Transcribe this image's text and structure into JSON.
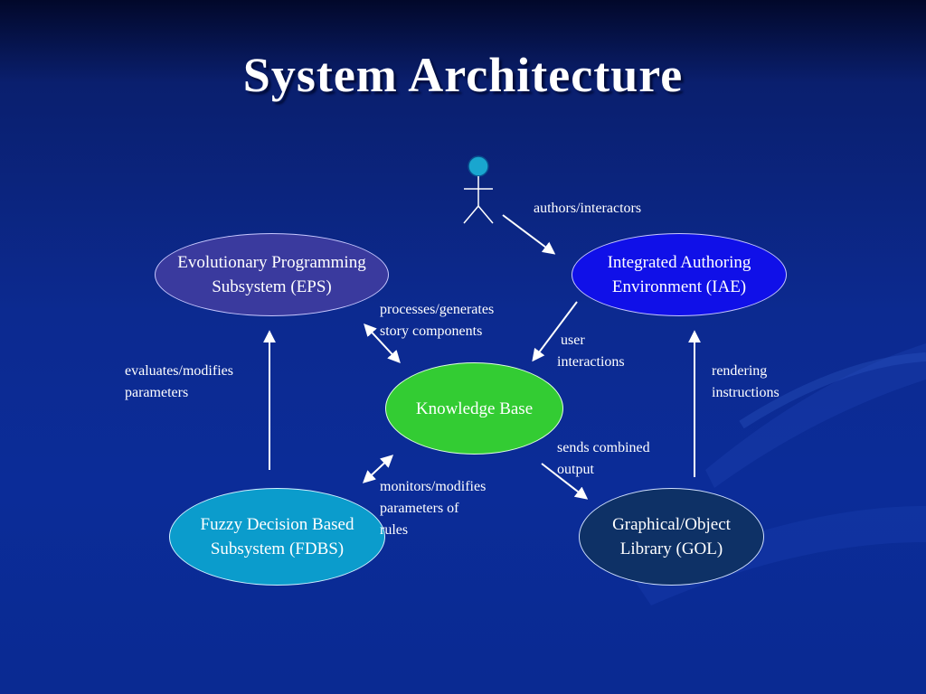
{
  "slide": {
    "title": "System Architecture"
  },
  "nodes": {
    "eps": "Evolutionary Programming\nSubsystem (EPS)",
    "iae": "Integrated Authoring\nEnvironment (IAE)",
    "kb": "Knowledge Base",
    "fdbs": "Fuzzy Decision Based\nSubsystem (FDBS)",
    "gol": "Graphical/Object\nLibrary (GOL)"
  },
  "edges": {
    "actor_to_iae": "authors/interactors",
    "kb_eps": "processes/generates\nstory components",
    "iae_to_kb": " user\ninteractions",
    "fdbs_to_eps": "evaluates/modifies\nparameters",
    "gol_to_iae": "rendering\ninstructions",
    "kb_to_gol": "sends combined\noutput",
    "kb_fdbs": "monitors/modifies\nparameters of\nrules"
  },
  "colors": {
    "eps_fill": "#3a3a9e",
    "iae_fill": "#1010e8",
    "kb_fill": "#33cc33",
    "fdbs_fill": "#0b9ccc",
    "gol_fill": "#0e3166",
    "actor_head": "#19a6cf"
  }
}
